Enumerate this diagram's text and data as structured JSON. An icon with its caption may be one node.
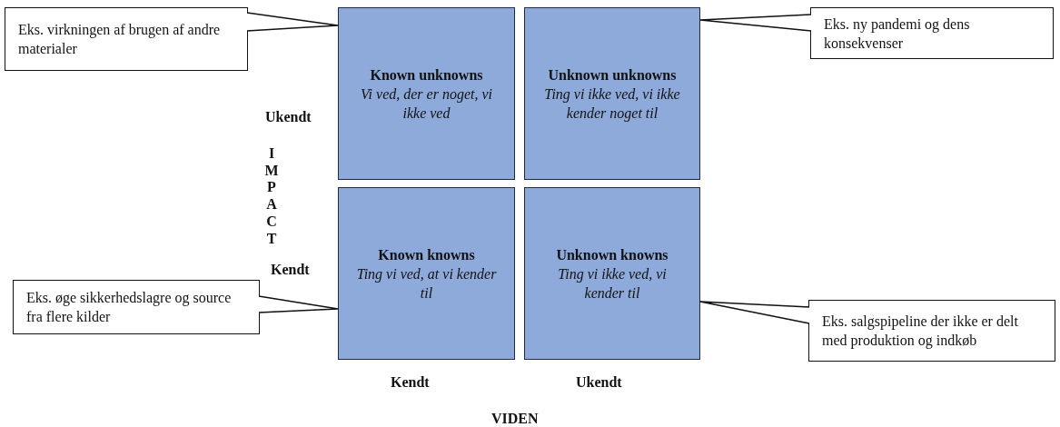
{
  "diagram": {
    "nodes": [
      {
        "text": [
          "Known unknowns",
          "Vi ved, der er noget, vi ikke ved"
        ]
      },
      {
        "text": [
          "Unknown unknowns",
          "Ting vi ikke ved, vi ikke kender noget til"
        ]
      },
      {
        "text": [
          "Known knowns",
          "Ting vi ved, at vi kender til"
        ]
      },
      {
        "text": [
          "Unknown knowns",
          "Ting vi ikke ved, vi kender til"
        ]
      },
      {
        "text": [
          "Eks. virkningen af brugen af andre materialer"
        ]
      },
      {
        "text": [
          "Eks. ny pandemi og dens konsekvenser"
        ]
      },
      {
        "text": [
          "Eks. øge sikkerhedslagre og source fra flere kilder"
        ]
      },
      {
        "text": [
          "Eks. salgspipeline der ikke er delt med produktion og indkøb"
        ]
      }
    ],
    "edges": [
      {
        "from": 4,
        "to": 0,
        "arrow": "none"
      },
      {
        "from": 5,
        "to": 1,
        "arrow": "none"
      },
      {
        "from": 6,
        "to": 2,
        "arrow": "none"
      },
      {
        "from": 7,
        "to": 3,
        "arrow": "none"
      }
    ],
    "labels": [
      "Ukendt",
      "IMPACT",
      "Kendt",
      "Kendt",
      "Ukendt",
      "VIDEN"
    ]
  }
}
